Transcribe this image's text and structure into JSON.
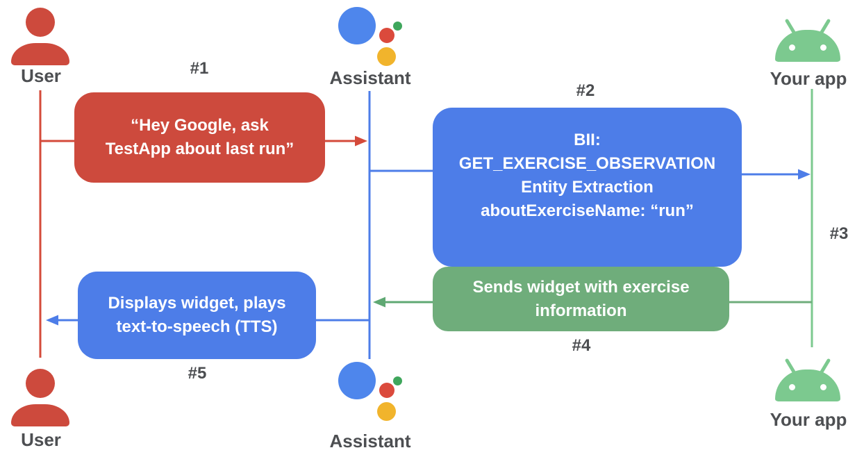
{
  "diagram": {
    "type": "sequence-flow",
    "actors": {
      "user_top": "User",
      "assistant_top": "Assistant",
      "app_top": "Your app",
      "user_bottom": "User",
      "assistant_bottom": "Assistant",
      "app_bottom": "Your app"
    },
    "step_labels": {
      "s1": "#1",
      "s2": "#2",
      "s3": "#3",
      "s4": "#4",
      "s5": "#5"
    },
    "messages": {
      "box1": {
        "lines": [
          "“Hey Google, ask",
          "TestApp about last run”"
        ],
        "from": "User",
        "to": "Assistant",
        "color": "#CD4A3D"
      },
      "box2": {
        "lines": [
          "BII:",
          "GET_EXERCISE_OBSERVATION",
          "Entity Extraction",
          "aboutExerciseName: “run”"
        ],
        "from": "Assistant",
        "to": "Your app",
        "color": "#4D7DE8"
      },
      "box4": {
        "lines": [
          "Sends widget with exercise",
          "information"
        ],
        "from": "Your app",
        "to": "Assistant",
        "color": "#6FAD7B"
      },
      "box5": {
        "lines": [
          "Displays widget, plays",
          "text-to-speech (TTS)"
        ],
        "from": "Assistant",
        "to": "User",
        "color": "#4D7DE8"
      }
    },
    "icons": {
      "user": "person-icon",
      "assistant": "google-assistant-logo-icon",
      "app": "android-robot-icon"
    },
    "colors": {
      "red": "#CD4A3D",
      "blue": "#4D7DE8",
      "assistant_blue": "#4E86EC",
      "green_box": "#6FAD7B",
      "android_green": "#7CC98F",
      "yellow": "#F1B42C",
      "dot_green": "#3FA65C",
      "label_gray": "#4D4F52"
    }
  }
}
